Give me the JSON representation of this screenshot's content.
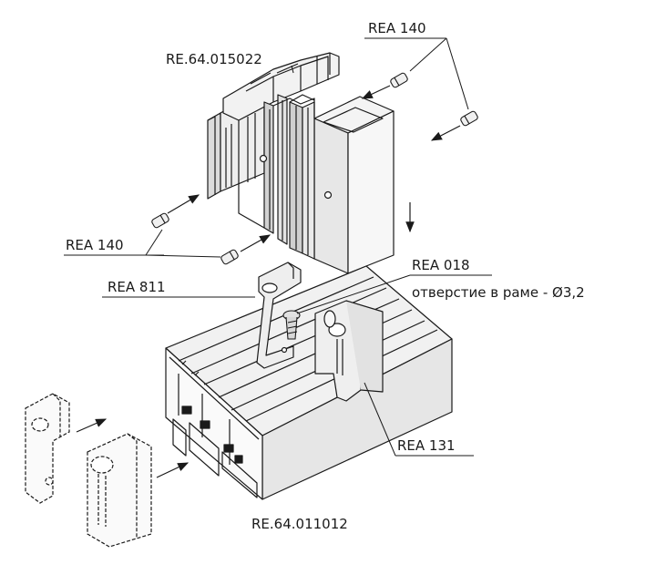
{
  "labels": {
    "profile_top": "RE.64.015022",
    "profile_bottom": "RE.64.011012",
    "pin_top": "REA 140",
    "pin_left": "REA 140",
    "clip": "REA 811",
    "screw": "REA 018",
    "hole_note": "отверстие в раме - Ø3,2",
    "bracket": "REA 131"
  },
  "colors": {
    "line": "#1a1a1a",
    "shade": "#d9d9d9",
    "shade_dark": "#bdbdbd"
  }
}
